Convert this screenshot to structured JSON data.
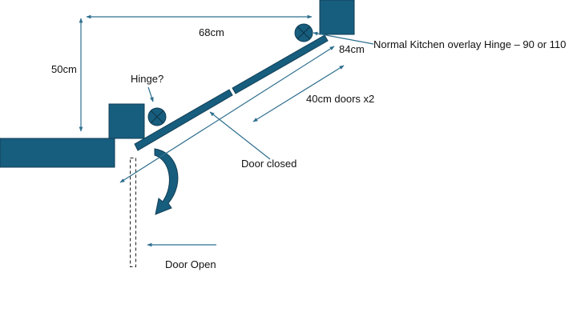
{
  "labels": {
    "width_dimension": "68cm",
    "depth_dimension": "50cm",
    "hinge_question": "Hinge?",
    "diagonal_dimension": "84cm",
    "doors_dimension": "40cm doors x2",
    "door_closed": "Door closed",
    "door_open": "Door Open",
    "hinge_note": "Normal Kitchen overlay Hinge – 90 or 110"
  },
  "colors": {
    "shape_fill": "#175D7E",
    "line_color": "#2f6f8f",
    "text_color": "#111111"
  },
  "icons": {
    "hinge_marker": "circle-x-icon",
    "swing_arrow": "curved-arrow-icon"
  }
}
